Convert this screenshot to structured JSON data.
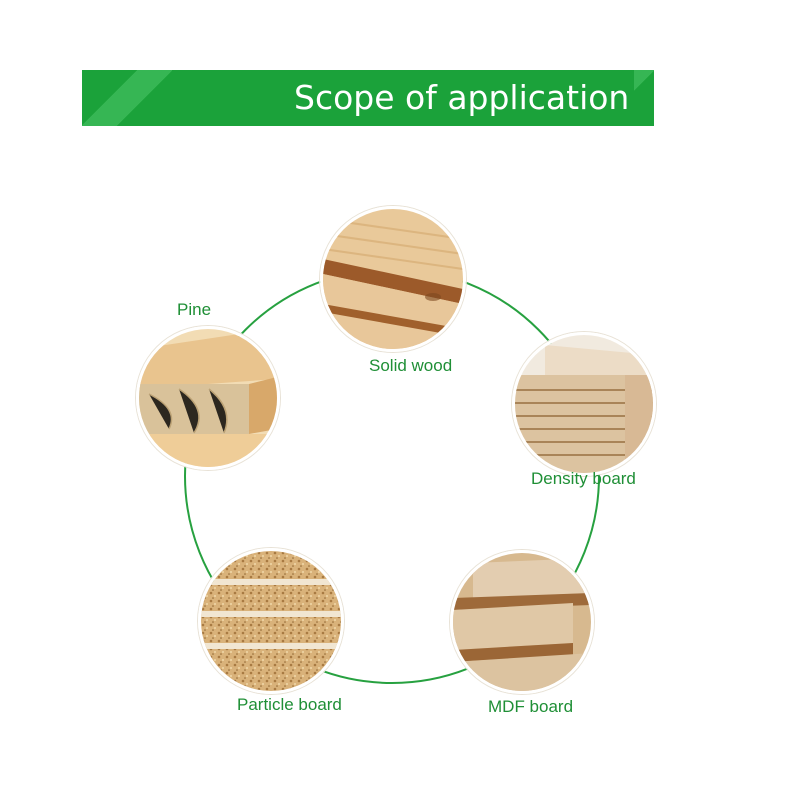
{
  "banner": {
    "title": "Scope of application"
  },
  "colors": {
    "accent": "#1ba23a",
    "ring": "#27a140",
    "label": "#1f8f36"
  },
  "items": [
    {
      "label": "Solid wood"
    },
    {
      "label": "Density board"
    },
    {
      "label": "MDF board"
    },
    {
      "label": "Particle board"
    },
    {
      "label": "Pine"
    }
  ]
}
